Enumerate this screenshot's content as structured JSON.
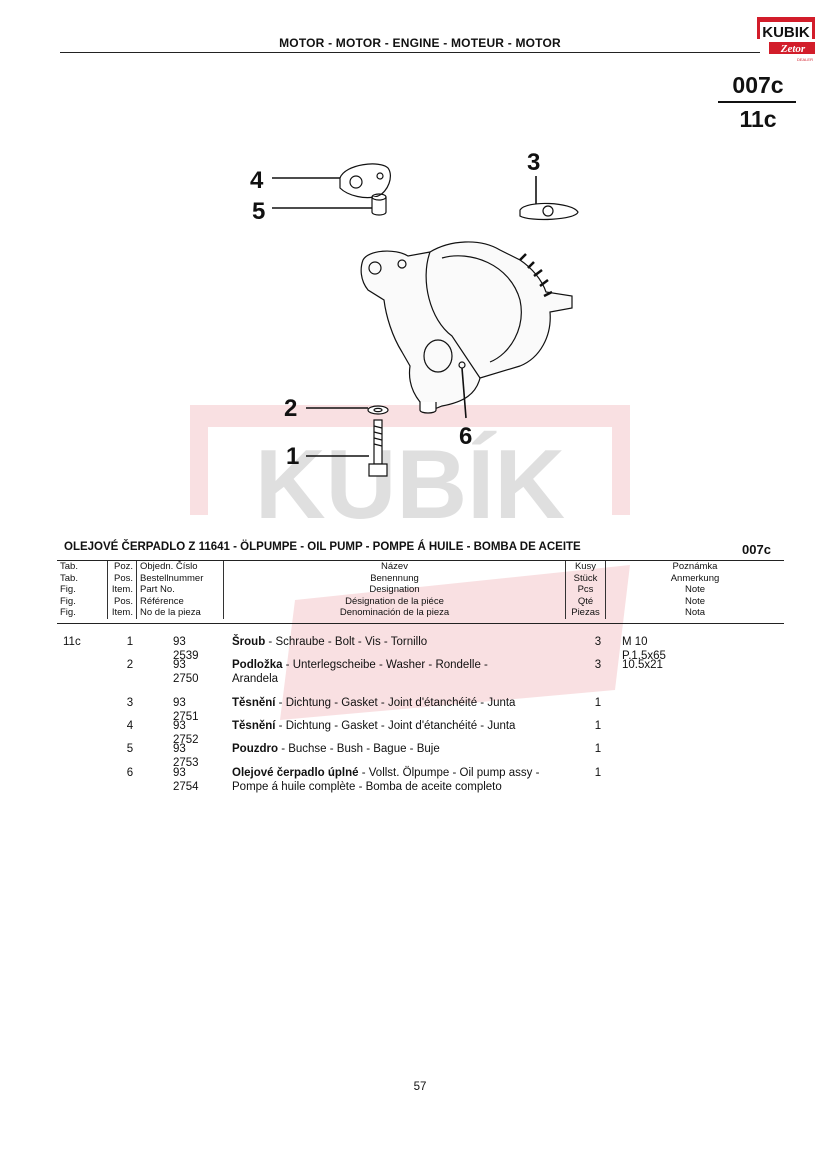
{
  "header": {
    "title": "MOTOR - MOTOR - ENGINE - MOTEUR - MOTOR"
  },
  "logo": {
    "brand": "KUBIK",
    "sub": "Zetor",
    "sub2": "DEALER"
  },
  "figure": {
    "fig_number": "007c",
    "tab_number": "11c",
    "callouts": [
      "4",
      "5",
      "3",
      "2",
      "1",
      "6"
    ]
  },
  "watermark": {
    "text": "KUBÍK"
  },
  "section": {
    "title": "OLEJOVÉ ČERPADLO Z 11641 - ÖLPUMPE - OIL PUMP - POMPE Á HUILE - BOMBA DE ACEITE",
    "code": "007c"
  },
  "columns": {
    "tab": [
      "Tab.",
      "Tab.",
      "Fig.",
      "Fig.",
      "Fig."
    ],
    "pos": [
      "Poz.",
      "Pos.",
      "Item.",
      "Pos.",
      "Item."
    ],
    "num": [
      "Objedn. Číslo",
      "Bestellnummer",
      "Part No.",
      "Référence",
      "No de la pieza"
    ],
    "name": [
      "Název",
      "Benennung",
      "Designation",
      "Désignation de la piéce",
      "Denominación de la pieza"
    ],
    "qty": [
      "Kusy",
      "Stück",
      "Pcs",
      "Qté",
      "Piezas"
    ],
    "note": [
      "Poznámka",
      "Anmerkung",
      "Note",
      "Note",
      "Nota"
    ]
  },
  "rows": [
    {
      "tab": "11c",
      "pos": "1",
      "num": "93 2539",
      "bold": "Šroub",
      "rest": " - Schraube - Bolt - Vis - Tornillo",
      "qty": "3",
      "note": "M 10 P.1.5x65"
    },
    {
      "tab": "",
      "pos": "2",
      "num": "93 2750",
      "bold": "Podložka",
      "rest": " - Unterlegscheibe - Washer - Rondelle - Arandela",
      "qty": "3",
      "note": "10.5x21"
    },
    {
      "tab": "",
      "pos": "3",
      "num": "93 2751",
      "bold": "Těsnění",
      "rest": " - Dichtung - Gasket - Joint d'étanchéité - Junta",
      "qty": "1",
      "note": ""
    },
    {
      "tab": "",
      "pos": "4",
      "num": "93 2752",
      "bold": "Těsnění",
      "rest": " - Dichtung - Gasket - Joint d'étanchéité - Junta",
      "qty": "1",
      "note": ""
    },
    {
      "tab": "",
      "pos": "5",
      "num": "93 2753",
      "bold": "Pouzdro",
      "rest": " - Buchse - Bush - Bague - Buje",
      "qty": "1",
      "note": ""
    },
    {
      "tab": "",
      "pos": "6",
      "num": "93 2754",
      "bold": "Olejové čerpadlo úplné",
      "rest": " - Vollst. Ölpumpe - Oil pump assy - Pompe á huile complète - Bomba de aceite completo",
      "qty": "1",
      "note": ""
    }
  ],
  "footer": {
    "page": "57"
  }
}
